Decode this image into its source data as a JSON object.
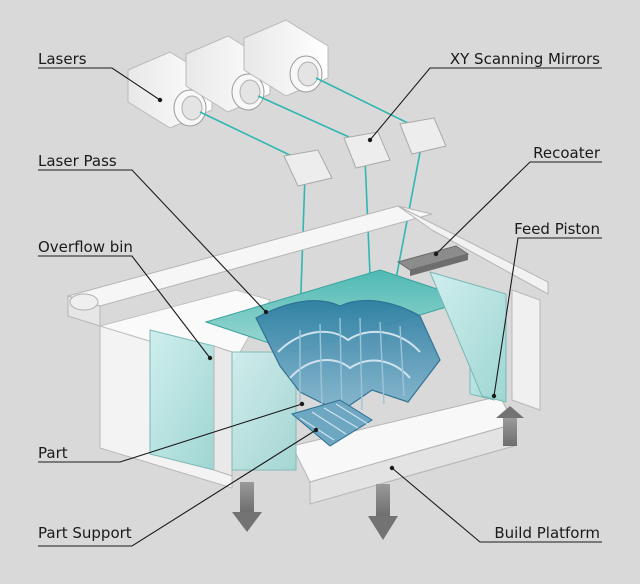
{
  "labels": {
    "lasers": "Lasers",
    "xy_scanning_mirrors": "XY Scanning Mirrors",
    "laser_pass": "Laser Pass",
    "recoater": "Recoater",
    "overflow_bin": "Overflow bin",
    "feed_piston": "Feed Piston",
    "part": "Part",
    "part_support": "Part Support",
    "build_platform": "Build Platform"
  },
  "colors": {
    "background": "#d9d9d9",
    "beam": "#2fb7b0",
    "powder": "#5fc2bd",
    "part": "#5a8fb0",
    "housing": "#f4f4f4",
    "arrow": "#7d7d7d"
  }
}
